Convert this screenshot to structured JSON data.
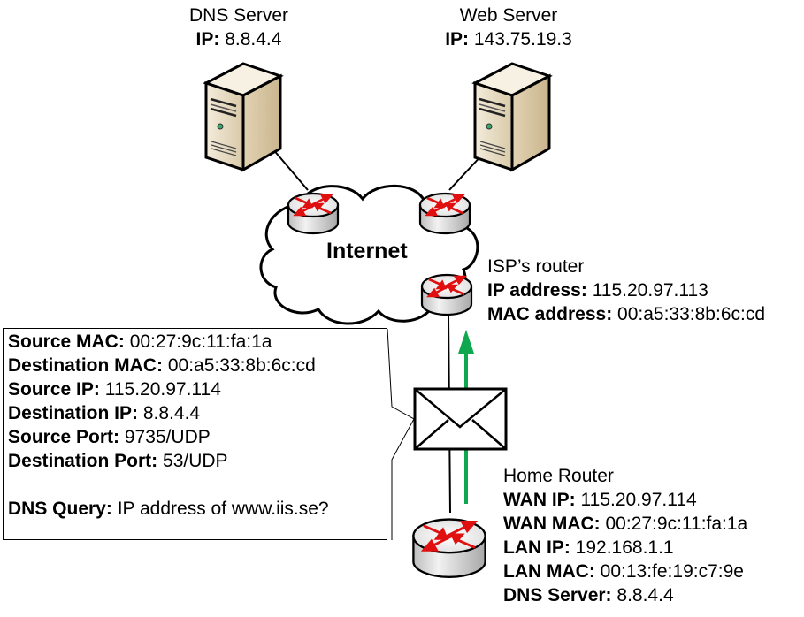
{
  "diagram": {
    "title": "DNS query packet path from home router through ISP router to DNS server",
    "colors": {
      "flow_arrow": "#10a84e",
      "router_arrows": "#e01010",
      "server_body": "#e8dcc4",
      "router_body": "#d9d9d9",
      "line": "#000000"
    },
    "dns_server": {
      "icon": "server-icon",
      "title": "DNS Server",
      "ip_label": "IP:",
      "ip_value": "8.8.4.4"
    },
    "web_server": {
      "icon": "server-icon",
      "title": "Web Server",
      "ip_label": "IP:",
      "ip_value": "143.75.19.3"
    },
    "internet": {
      "icon": "cloud-icon",
      "label": "Internet",
      "routers": [
        "router-icon",
        "router-icon"
      ]
    },
    "isp_router": {
      "icon": "router-icon",
      "title": "ISP’s router",
      "fields": [
        {
          "key": "IP address:",
          "value": "115.20.97.113"
        },
        {
          "key": "MAC address:",
          "value": "00:a5:33:8b:6c:cd"
        }
      ]
    },
    "packet": {
      "icon": "envelope-icon",
      "fields": [
        {
          "key": "Source MAC:",
          "value": "00:27:9c:11:fa:1a"
        },
        {
          "key": "Destination MAC:",
          "value": "00:a5:33:8b:6c:cd"
        },
        {
          "key": "Source IP:",
          "value": "115.20.97.114"
        },
        {
          "key": "Destination IP:",
          "value": "8.8.4.4"
        },
        {
          "key": "Source Port:",
          "value": "9735/UDP"
        },
        {
          "key": "Destination Port:",
          "value": "53/UDP"
        }
      ],
      "query": {
        "key": "DNS Query:",
        "value": "IP address of www.iis.se?"
      }
    },
    "home_router": {
      "icon": "router-icon",
      "title": "Home Router",
      "fields": [
        {
          "key": "WAN IP:",
          "value": "115.20.97.114"
        },
        {
          "key": "WAN MAC:",
          "value": "00:27:9c:11:fa:1a"
        },
        {
          "key": "LAN IP:",
          "value": "192.168.1.1"
        },
        {
          "key": "LAN MAC:",
          "value": "00:13:fe:19:c7:9e"
        },
        {
          "key": "DNS Server:",
          "value": "8.8.4.4"
        }
      ]
    },
    "flow_direction": "upward from Home Router to ISP’s router"
  }
}
